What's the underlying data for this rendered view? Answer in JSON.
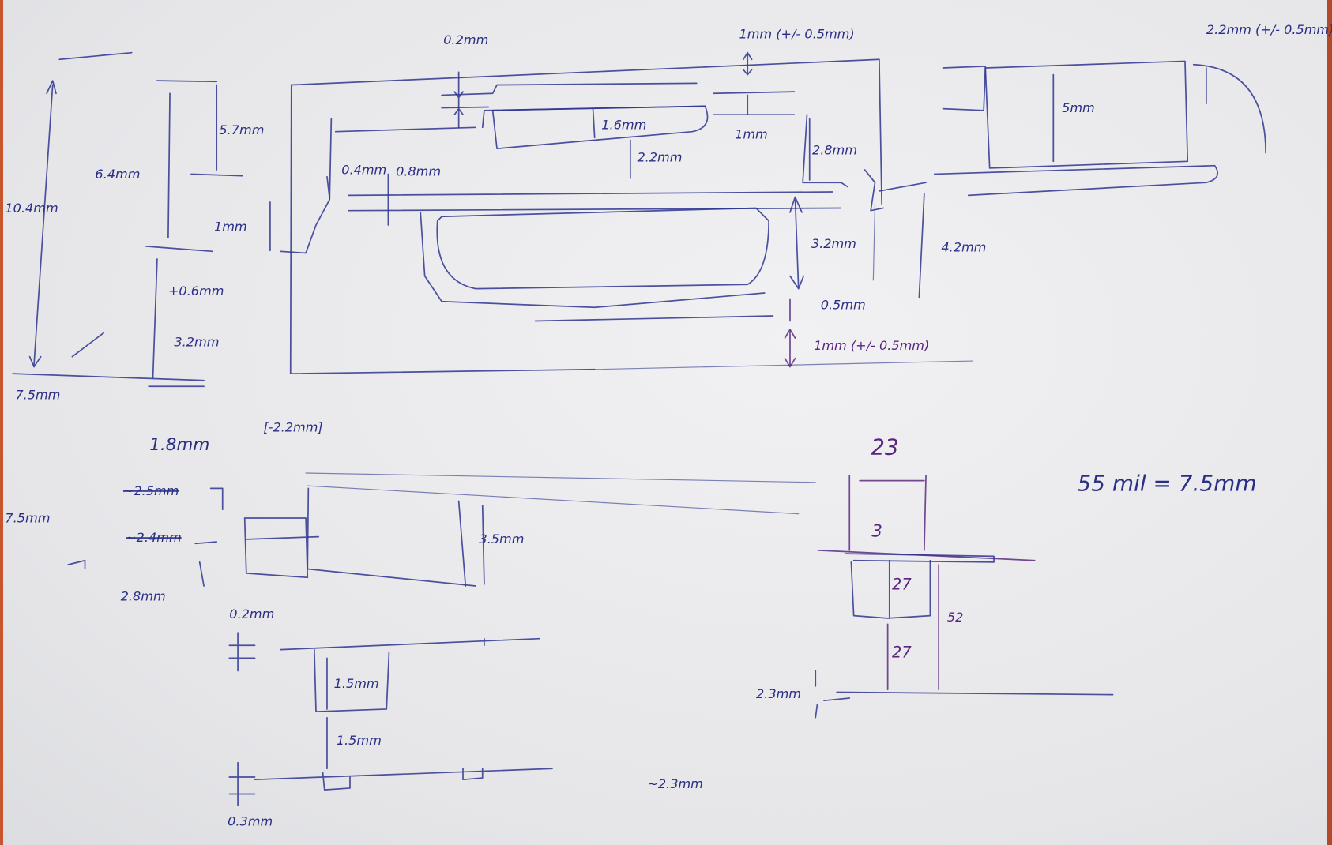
{
  "sketch": {
    "labels": {
      "top_shim": "0.2mm",
      "top_clearance": "1mm (+/- 0.5mm)",
      "right_clearance": "2.2mm (+/- 0.5mm)",
      "upper_height": "5.7mm",
      "circled": "6.4mm",
      "total_height": "10.4mm",
      "slot_height": "1.6mm",
      "gap_1mm": "1mm",
      "right_step": "2.8mm",
      "mid_gap": "2.2mm",
      "step_a": "0.4mm",
      "step_b": "0.8mm",
      "left_1mm": "1mm",
      "block_5mm": "5mm",
      "cavity": "3.2mm",
      "right_wall": "4.2mm",
      "bottom_gap": "0.5mm",
      "bottom_clearance": "1mm (+/- 0.5mm)",
      "plus_06": "+0.6mm",
      "lower_32": "3.2mm",
      "base_75": "7.5mm"
    },
    "lower_left": {
      "l18": "1.8mm",
      "bracket": "[-2.2mm]",
      "struck_a": "~2.5mm",
      "struck_b": "~2.4mm",
      "l75": "7.5mm",
      "l28": "2.8mm",
      "l35": "3.5mm",
      "l02": "0.2mm",
      "l15a": "1.5mm",
      "l15b": "1.5mm",
      "l03": "0.3mm",
      "l23": "~2.3mm"
    },
    "lower_right": {
      "width": "23",
      "note": "55 mil = 7.5mm",
      "d3": "3",
      "d27a": "27",
      "d52": "52",
      "d27b": "27",
      "d23mm": "2.3mm"
    }
  }
}
